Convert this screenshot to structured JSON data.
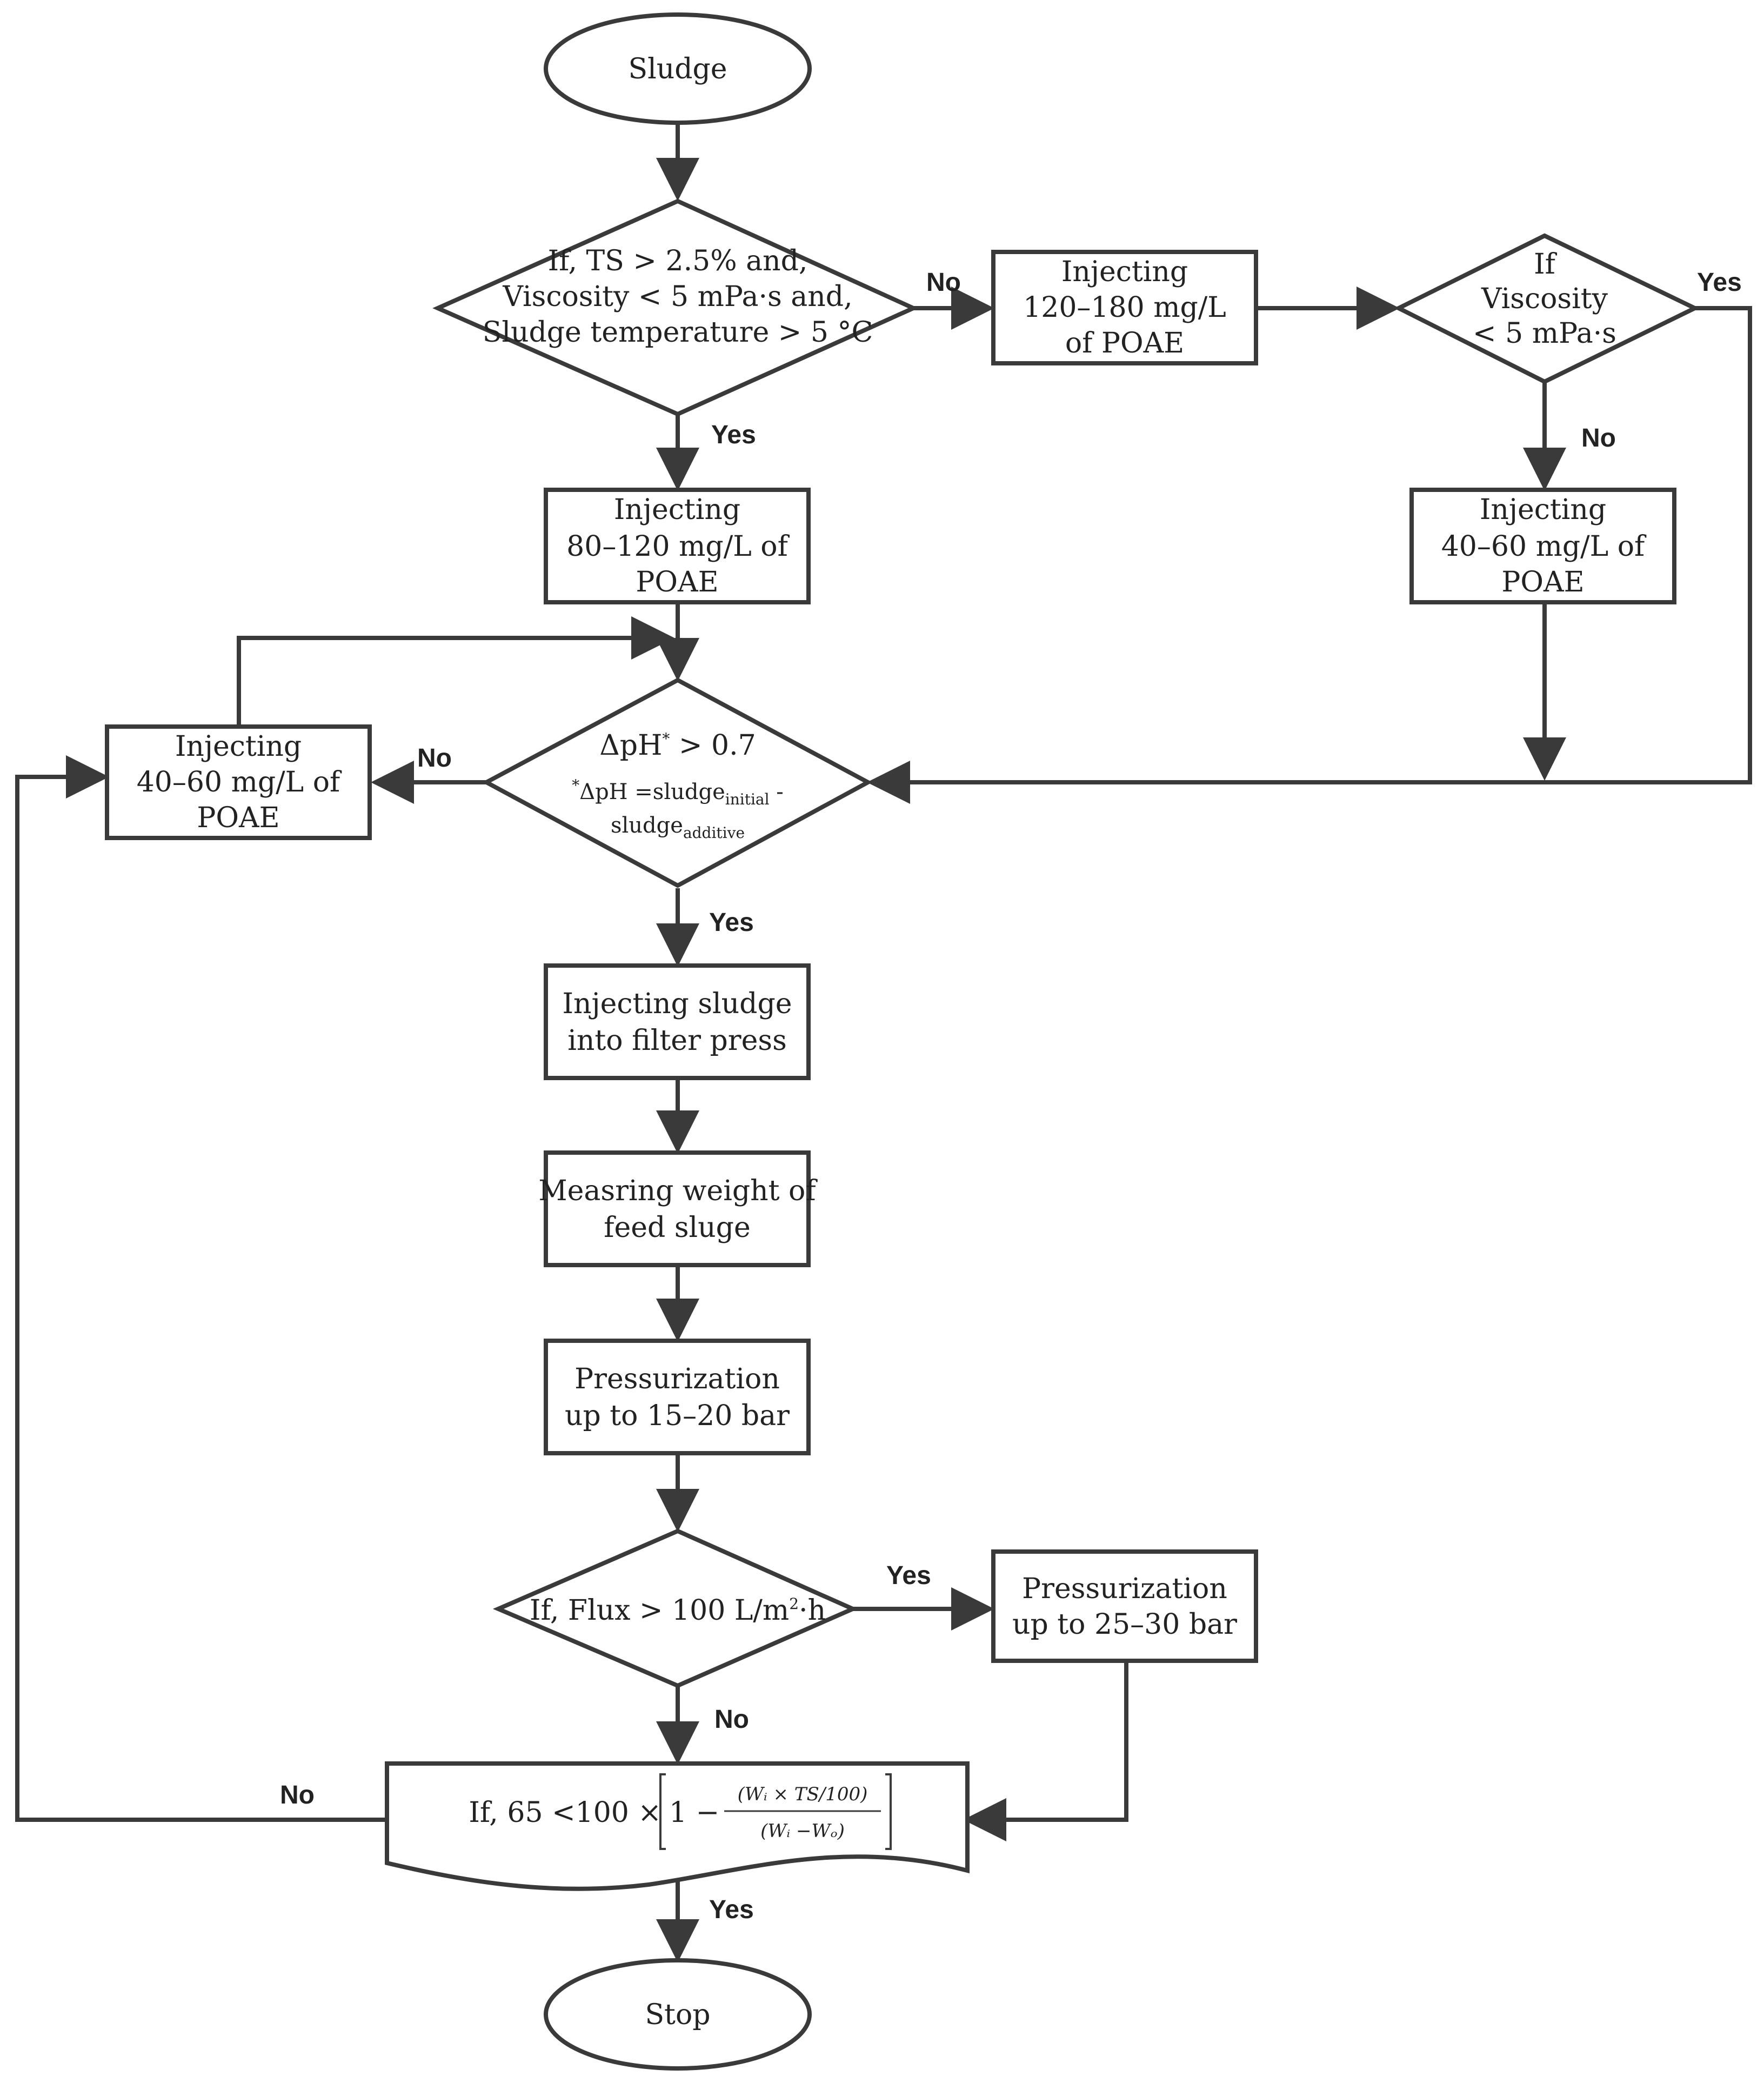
{
  "nodes": {
    "start": {
      "text": "Sludge"
    },
    "decision_conditions": {
      "lines": [
        "If, TS > 2.5% and,",
        "Viscosity < 5 mPa·s and,",
        "Sludge temperature > 5 °C"
      ]
    },
    "inject_120_180": {
      "lines": [
        "Injecting",
        "120–180 mg/L",
        "of POAE"
      ]
    },
    "decision_viscosity": {
      "lines": [
        "If",
        "Viscosity",
        "< 5 mPa·s"
      ]
    },
    "inject_80_120": {
      "lines": [
        "Injecting",
        "80–120 mg/L of",
        "POAE"
      ]
    },
    "inject_40_60_right": {
      "lines": [
        "Injecting",
        "40–60 mg/L of",
        "POAE"
      ]
    },
    "inject_40_60_left": {
      "lines": [
        "Injecting",
        "40–60 mg/L of",
        "POAE"
      ]
    },
    "decision_ph": {
      "main_prefix": "ΔpH",
      "main_sup": "*",
      "main_suffix": " > 0.7",
      "note_sup": "*",
      "note_a": "ΔpH =sludge",
      "note_a_sub": "initial",
      "note_b": " -",
      "note_c": "sludge",
      "note_c_sub": "additive"
    },
    "inject_filter_press": {
      "lines": [
        "Injecting sludge",
        "into filter press"
      ]
    },
    "measure_weight": {
      "lines": [
        "Measring weight of",
        "feed sluge"
      ]
    },
    "pressurize_15_20": {
      "lines": [
        "Pressurization",
        "up to 15–20 bar"
      ]
    },
    "decision_flux": {
      "prefix": "If, Flux > 100 L/m",
      "sup": "2",
      "suffix": "·h"
    },
    "pressurize_25_30": {
      "lines": [
        "Pressurization",
        "up to 25–30 bar"
      ]
    },
    "decision_formula": {
      "prefix": "If, 65 <100 × ",
      "one_minus": "1 − ",
      "numerator": "(Wᵢ × TS/100)",
      "denominator": "(Wᵢ −Wₒ)"
    },
    "stop": {
      "text": "Stop"
    }
  },
  "edge_labels": {
    "cond_no": "No",
    "cond_yes": "Yes",
    "visc_yes": "Yes",
    "visc_no": "No",
    "ph_no": "No",
    "ph_yes": "Yes",
    "flux_yes": "Yes",
    "flux_no": "No",
    "formula_no": "No",
    "formula_yes": "Yes"
  },
  "colors": {
    "stroke": "#3a3a3a",
    "text": "#222222",
    "background": "#ffffff"
  }
}
